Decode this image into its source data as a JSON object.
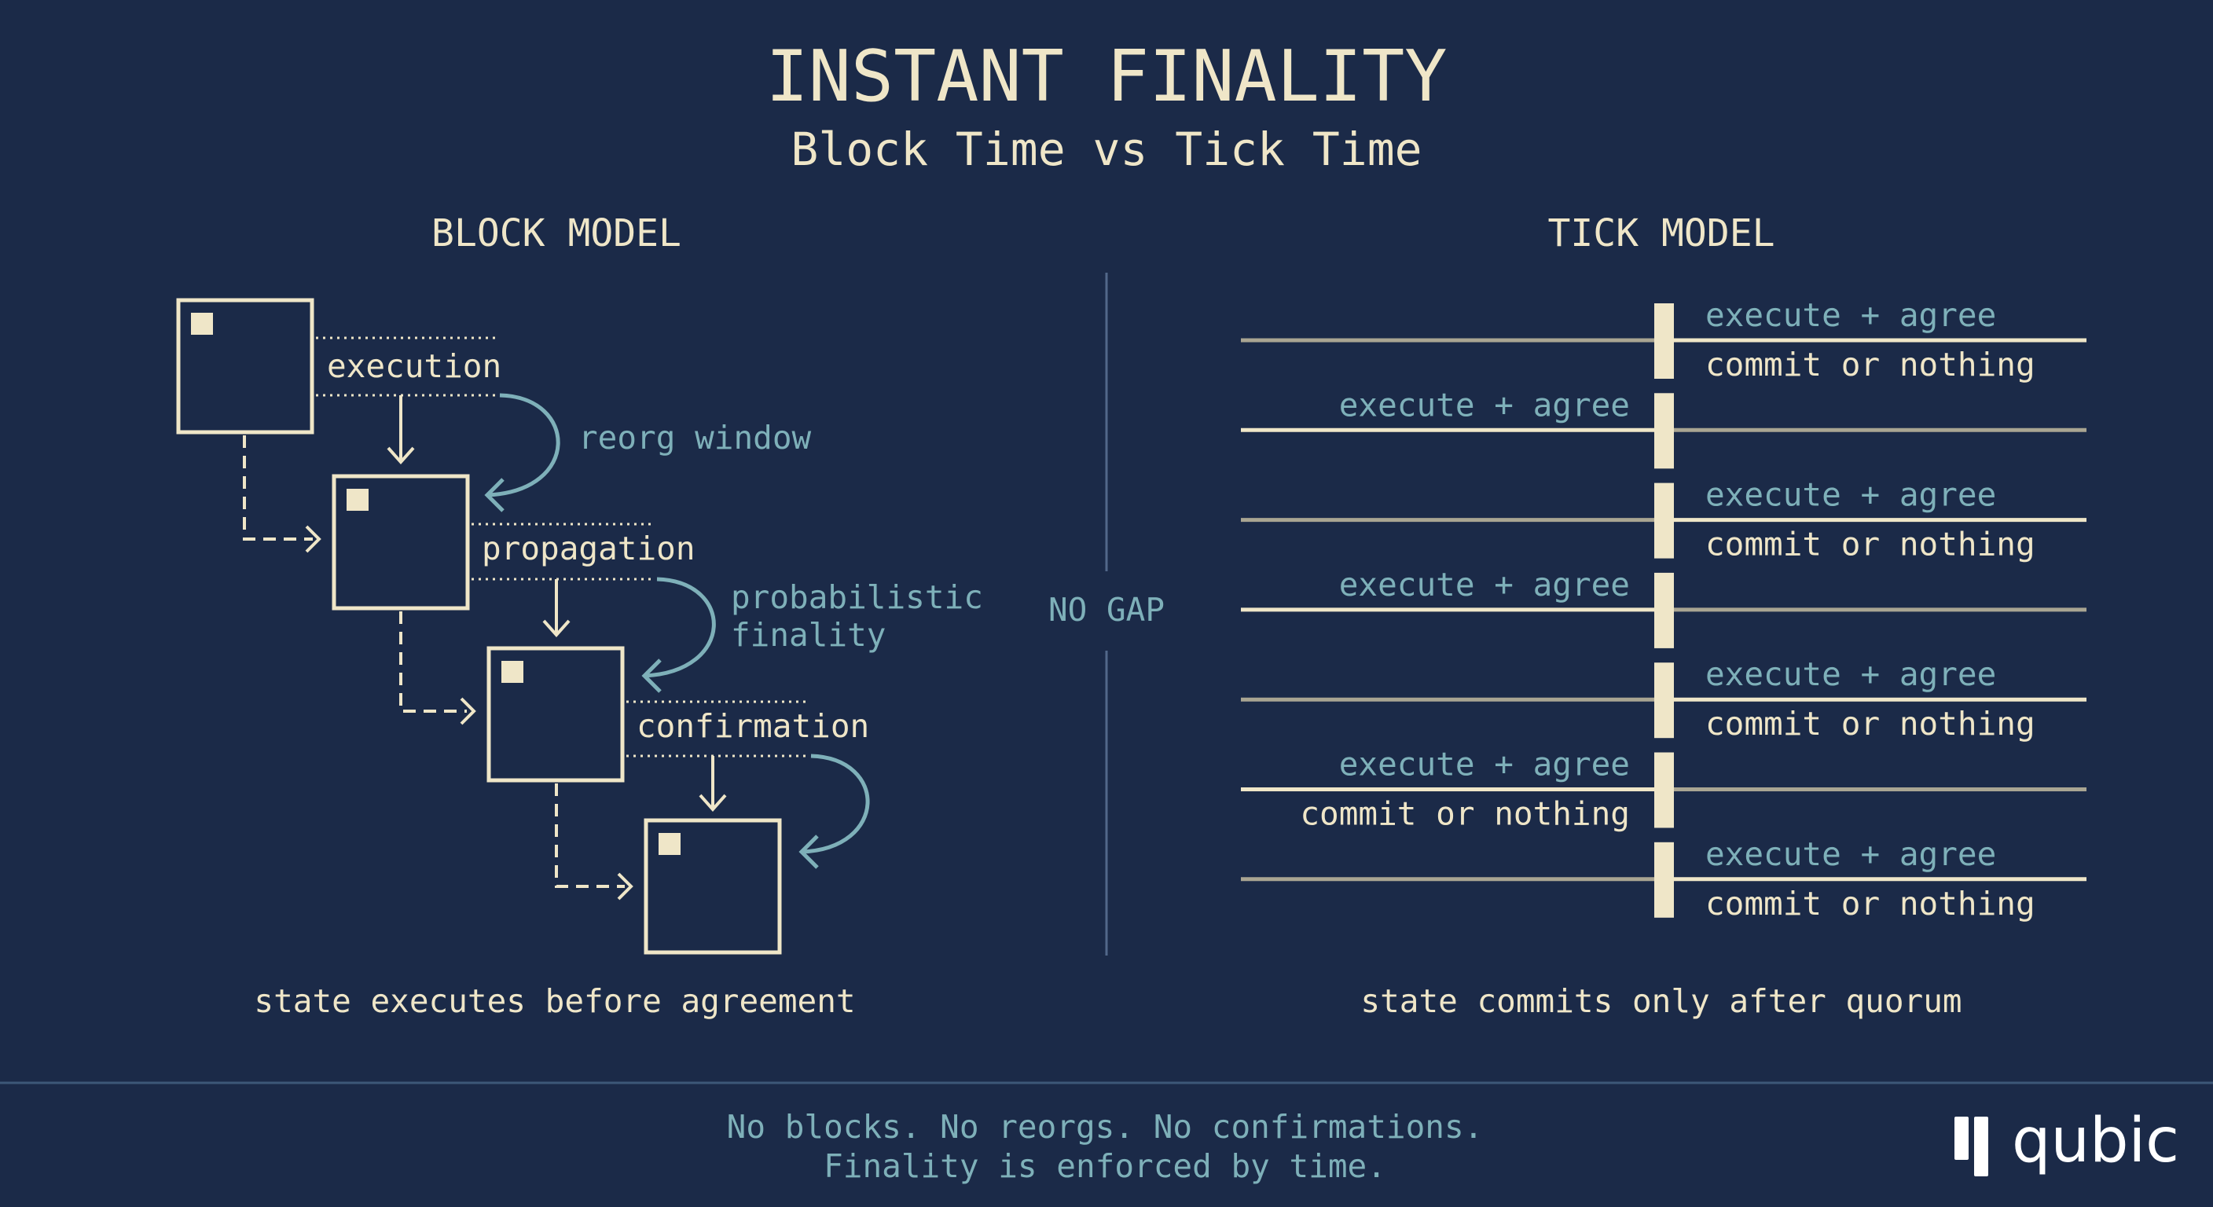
{
  "header": {
    "title": "INSTANT FINALITY",
    "subtitle": "Block Time vs Tick Time"
  },
  "block_model": {
    "heading": "BLOCK MODEL",
    "stages": [
      "execution",
      "propagation",
      "confirmation"
    ],
    "curve_labels": {
      "reorg": "reorg window",
      "probabilistic_line1": "probabilistic",
      "probabilistic_line2": "finality"
    },
    "caption": "state executes before agreement"
  },
  "divider": {
    "label": "NO GAP"
  },
  "tick_model": {
    "heading": "TICK MODEL",
    "rows": [
      {
        "side": "right",
        "top": "execute + agree",
        "bottom": "commit or nothing"
      },
      {
        "side": "left",
        "top": "execute + agree",
        "bottom": null
      },
      {
        "side": "right",
        "top": "execute + agree",
        "bottom": "commit or nothing"
      },
      {
        "side": "left",
        "top": "execute + agree",
        "bottom": null
      },
      {
        "side": "right",
        "top": "execute + agree",
        "bottom": "commit or nothing"
      },
      {
        "side": "left",
        "top": "execute + agree",
        "bottom": "commit or nothing"
      },
      {
        "side": "right",
        "top": "execute + agree",
        "bottom": "commit or nothing"
      }
    ],
    "caption": "state commits only after quorum"
  },
  "footer": {
    "line1": "No blocks. No reorgs. No confirmations.",
    "line2": "Finality is enforced by time.",
    "logo_text": "qubic"
  },
  "colors": {
    "background": "#1b2a48",
    "cream": "#efe6c8",
    "teal": "#7eb0b9",
    "dim_line": "#a9a592"
  }
}
